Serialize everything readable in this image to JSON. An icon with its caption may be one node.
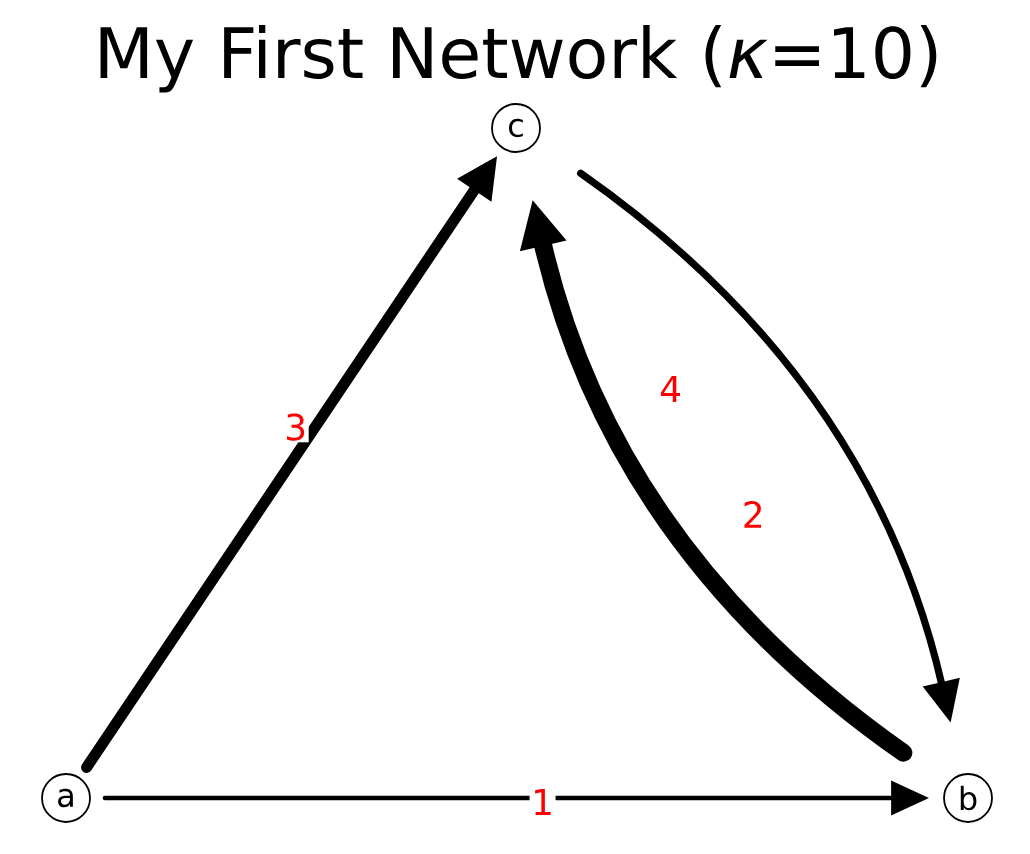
{
  "diagram": {
    "title": "My First Network (*κ*=10)",
    "nodes": [
      {
        "text": [
          "a"
        ]
      },
      {
        "text": [
          "b"
        ]
      },
      {
        "text": [
          "c"
        ]
      }
    ],
    "edges": [
      {
        "from": 0,
        "to": 1,
        "arrow": "to",
        "label": "1"
      },
      {
        "from": 0,
        "to": 2,
        "arrow": "to",
        "label": "3"
      },
      {
        "from": 1,
        "to": 2,
        "arrow": "to",
        "label": "4",
        "style": "thick"
      },
      {
        "from": 2,
        "to": 1,
        "arrow": "to",
        "label": "2"
      }
    ]
  }
}
